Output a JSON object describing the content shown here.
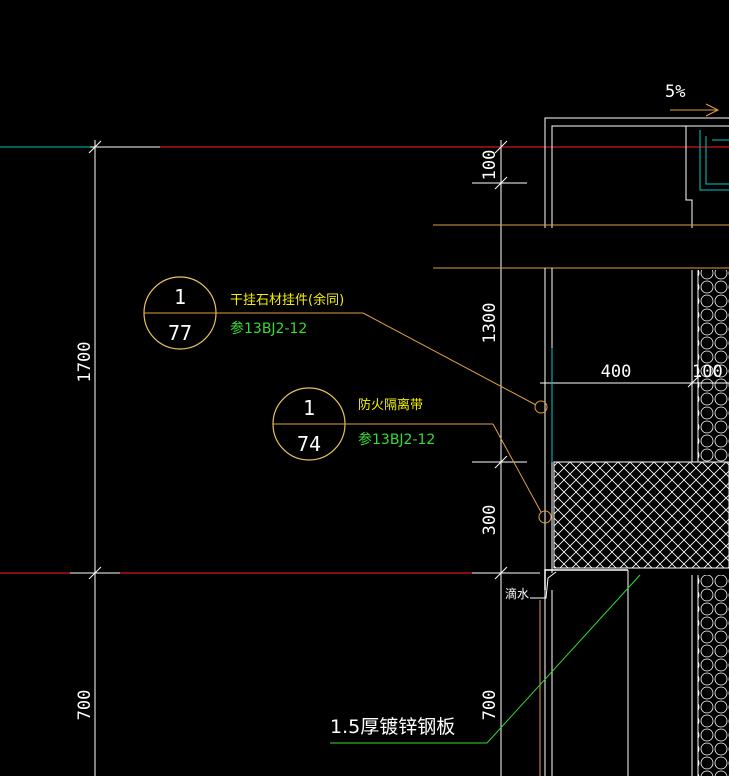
{
  "slope": {
    "text": "5%"
  },
  "dimensions": {
    "left_total": "1700",
    "left_bottom": "700",
    "right_top": "100",
    "right_mid": "1300",
    "right_low": "300",
    "right_bottom": "700",
    "horizontal_a": "400",
    "horizontal_b": "100"
  },
  "callout_1": {
    "top": "1",
    "bottom": "77",
    "note": "干挂石材挂件(余同)",
    "ref": "参13BJ2-12"
  },
  "callout_2": {
    "top": "1",
    "bottom": "74",
    "note": "防火隔离带",
    "ref": "参13BJ2-12"
  },
  "drip_label": "滴水",
  "plate_label": "1.5厚镀锌钢板",
  "colors": {
    "background": "#000000",
    "dimension": "#ffffff",
    "floor_line": "#ff2020",
    "ref_line": "#00c8c8",
    "leader": "#e0a040",
    "bubble": "#e8c060",
    "note_yellow": "#f4f000",
    "note_green": "#33dd33",
    "insulation": "#ffffff",
    "plate_leader": "#33dd33"
  }
}
